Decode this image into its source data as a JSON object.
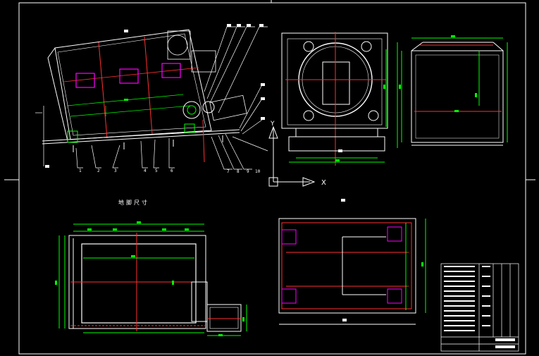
{
  "drawing": {
    "section_label": "地脚尺寸",
    "axis_y": "Y",
    "axis_x": "X",
    "part_numbers": [
      "1",
      "2",
      "3",
      "4",
      "5",
      "6",
      "7",
      "8",
      "9",
      "10"
    ]
  },
  "colors": {
    "background": "#000000",
    "outline": "#ffffff",
    "dimension": "#00ff00",
    "centerline": "#ff0000",
    "highlight": "#ff00ff"
  }
}
